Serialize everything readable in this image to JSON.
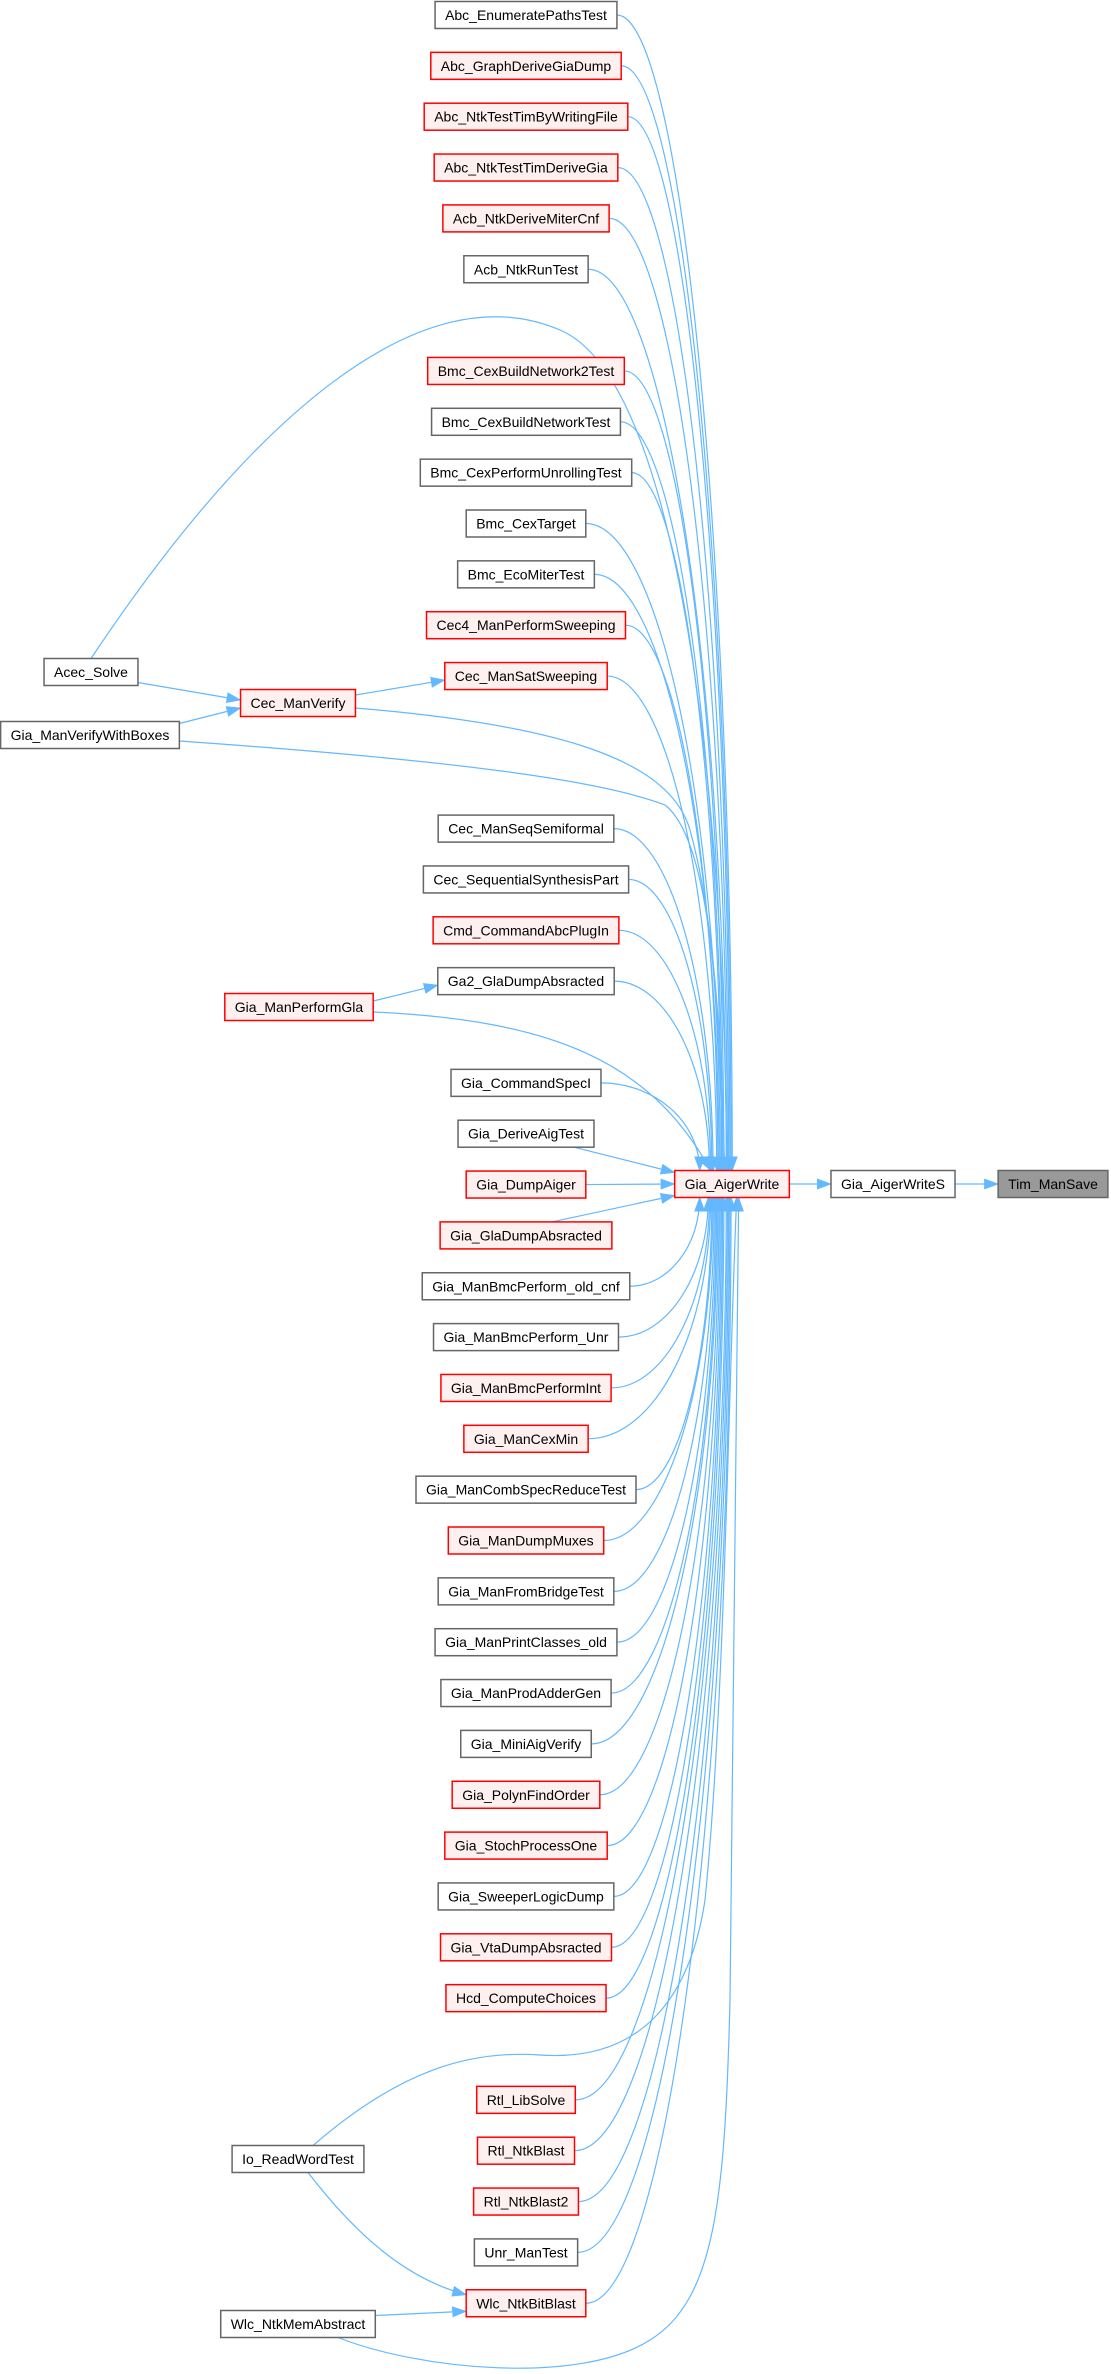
{
  "colors": {
    "edge": "#63b8ff",
    "red_border": "#ff0000",
    "red_fill": "#fff0f0",
    "gray_border": "#666666",
    "gray_fill": "#ffffff",
    "focus_fill": "#999999",
    "focus_border": "#666666"
  },
  "focus_node": "Tim_ManSave",
  "nodes": [
    {
      "label": "Abc_EnumeratePathsTest",
      "kind": "gray"
    },
    {
      "label": "Abc_GraphDeriveGiaDump",
      "kind": "red"
    },
    {
      "label": "Abc_NtkTestTimByWritingFile",
      "kind": "red"
    },
    {
      "label": "Abc_NtkTestTimDeriveGia",
      "kind": "red"
    },
    {
      "label": "Acb_NtkDeriveMiterCnf",
      "kind": "red"
    },
    {
      "label": "Acb_NtkRunTest",
      "kind": "gray"
    },
    {
      "label": "Bmc_CexBuildNetwork2Test",
      "kind": "red"
    },
    {
      "label": "Bmc_CexBuildNetworkTest",
      "kind": "gray"
    },
    {
      "label": "Bmc_CexPerformUnrollingTest",
      "kind": "gray"
    },
    {
      "label": "Bmc_CexTarget",
      "kind": "gray"
    },
    {
      "label": "Bmc_EcoMiterTest",
      "kind": "gray"
    },
    {
      "label": "Cec4_ManPerformSweeping",
      "kind": "red"
    },
    {
      "label": "Cec_ManSatSweeping",
      "kind": "red"
    },
    {
      "label": "Cec_ManSeqSemiformal",
      "kind": "gray"
    },
    {
      "label": "Cec_SequentialSynthesisPart",
      "kind": "gray"
    },
    {
      "label": "Cmd_CommandAbcPlugIn",
      "kind": "red"
    },
    {
      "label": "Ga2_GlaDumpAbsracted",
      "kind": "gray"
    },
    {
      "label": "Gia_CommandSpecI",
      "kind": "gray"
    },
    {
      "label": "Gia_DeriveAigTest",
      "kind": "gray"
    },
    {
      "label": "Gia_DumpAiger",
      "kind": "red"
    },
    {
      "label": "Gia_GlaDumpAbsracted",
      "kind": "red"
    },
    {
      "label": "Gia_ManBmcPerform_old_cnf",
      "kind": "gray"
    },
    {
      "label": "Gia_ManBmcPerform_Unr",
      "kind": "gray"
    },
    {
      "label": "Gia_ManBmcPerformInt",
      "kind": "red"
    },
    {
      "label": "Gia_ManCexMin",
      "kind": "red"
    },
    {
      "label": "Gia_ManCombSpecReduceTest",
      "kind": "gray"
    },
    {
      "label": "Gia_ManDumpMuxes",
      "kind": "red"
    },
    {
      "label": "Gia_ManFromBridgeTest",
      "kind": "gray"
    },
    {
      "label": "Gia_ManPrintClasses_old",
      "kind": "gray"
    },
    {
      "label": "Gia_ManProdAdderGen",
      "kind": "gray"
    },
    {
      "label": "Gia_MiniAigVerify",
      "kind": "gray"
    },
    {
      "label": "Gia_PolynFindOrder",
      "kind": "red"
    },
    {
      "label": "Gia_StochProcessOne",
      "kind": "red"
    },
    {
      "label": "Gia_SweeperLogicDump",
      "kind": "gray"
    },
    {
      "label": "Gia_VtaDumpAbsracted",
      "kind": "red"
    },
    {
      "label": "Hcd_ComputeChoices",
      "kind": "red"
    },
    {
      "label": "Rtl_LibSolve",
      "kind": "red"
    },
    {
      "label": "Rtl_NtkBlast",
      "kind": "red"
    },
    {
      "label": "Rtl_NtkBlast2",
      "kind": "red"
    },
    {
      "label": "Unr_ManTest",
      "kind": "gray"
    },
    {
      "label": "Wlc_NtkBitBlast",
      "kind": "red"
    },
    {
      "label": "Acec_Solve",
      "kind": "gray"
    },
    {
      "label": "Cec_ManVerify",
      "kind": "red"
    },
    {
      "label": "Gia_ManVerifyWithBoxes",
      "kind": "gray"
    },
    {
      "label": "Gia_ManPerformGla",
      "kind": "red"
    },
    {
      "label": "Io_ReadWordTest",
      "kind": "gray"
    },
    {
      "label": "Wlc_NtkMemAbstract",
      "kind": "gray"
    },
    {
      "label": "Gia_AigerWrite",
      "kind": "red"
    },
    {
      "label": "Gia_AigerWriteS",
      "kind": "gray"
    },
    {
      "label": "Tim_ManSave",
      "kind": "focus"
    }
  ]
}
